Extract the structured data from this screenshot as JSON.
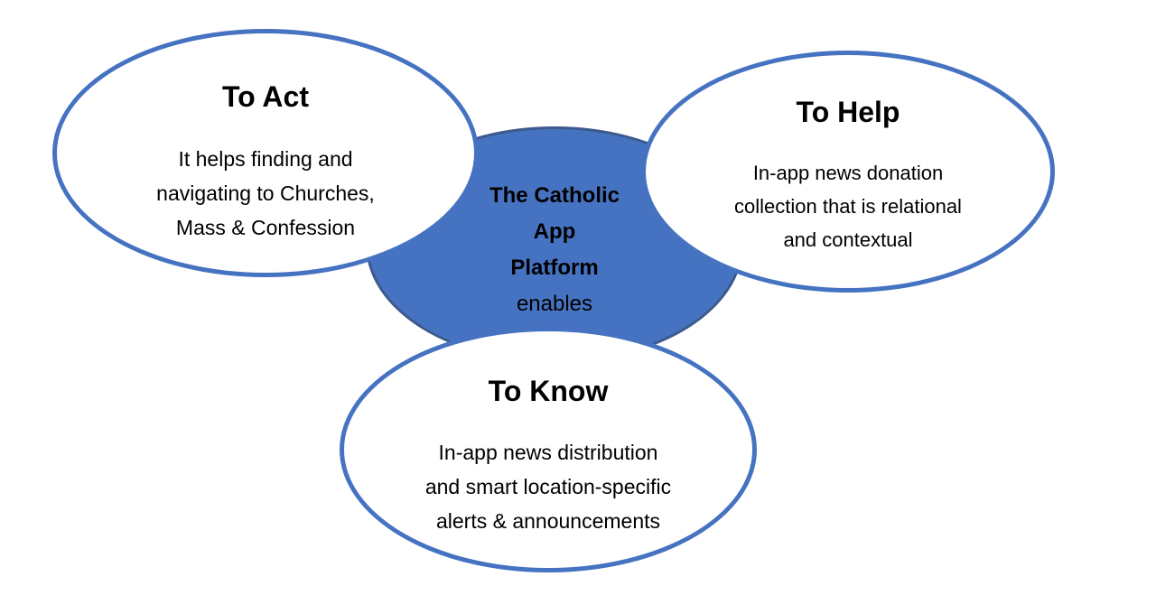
{
  "center": {
    "title_lines": [
      "The Catholic",
      "App",
      "Platform"
    ],
    "subtitle": "enables"
  },
  "nodes": {
    "act": {
      "title": "To Act",
      "lines": [
        "It helps finding and",
        "navigating  to Churches,",
        "Mass & Confession"
      ]
    },
    "help": {
      "title": "To Help",
      "lines": [
        "In-app news donation",
        "collection that is relational",
        "and contextual"
      ]
    },
    "know": {
      "title": "To Know",
      "lines": [
        "In-app news distribution",
        "and smart location-specific",
        "alerts & announcements"
      ]
    }
  },
  "colors": {
    "center_fill": "#4673c1",
    "ellipse_border": "#4673c1",
    "center_border": "#3d5a8d"
  }
}
